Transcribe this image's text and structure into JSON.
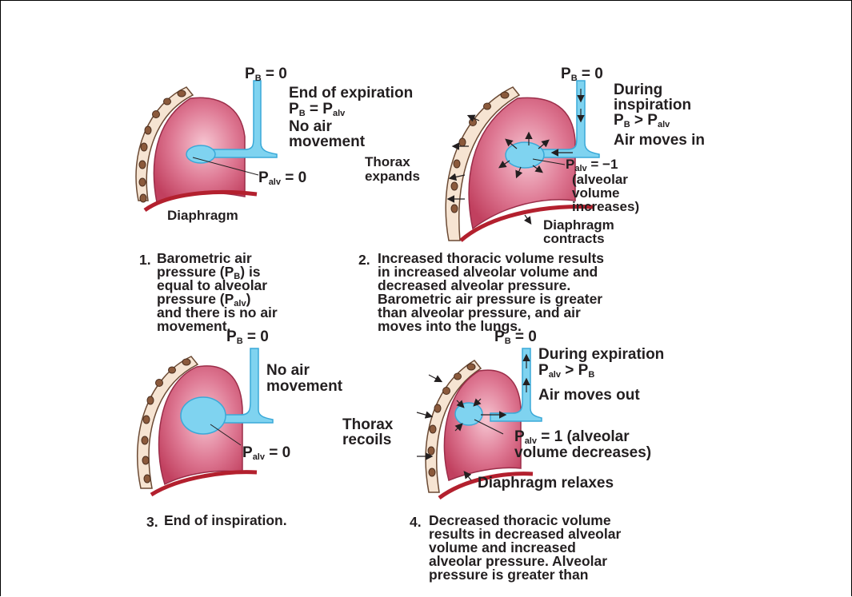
{
  "panels": [
    {
      "number": "1.",
      "pb_label": "P",
      "pb_sub": "B",
      "pb_value": " = 0",
      "notes": [
        "End of expiration",
        "No air",
        "movement"
      ],
      "eq_left": "P",
      "eq_left_sub": "B",
      "eq_mid": " = P",
      "eq_right_sub": "alv",
      "palv": "P",
      "palv_sub": "alv",
      "palv_value": " = 0",
      "diaphragm": "Diaphragm",
      "caption_lines": [
        "Barometric air",
        "pressure (P",
        "equal to alveolar",
        "pressure (P",
        "and there is no air",
        "movement."
      ],
      "caption_pb_sub": "B",
      "caption_pb_tail": ") is",
      "caption_palv_sub": "alv",
      "caption_palv_tail": ")"
    },
    {
      "number": "2.",
      "pb_label": "P",
      "pb_sub": "B",
      "pb_value": " = 0",
      "notes": [
        "During",
        "inspiration",
        "Air moves in"
      ],
      "eq_left": "P",
      "eq_left_sub": "B",
      "eq_mid": " > P",
      "eq_right_sub": "alv",
      "thorax": [
        "Thorax",
        "expands"
      ],
      "palv": "P",
      "palv_sub": "alv",
      "palv_value": " = −1",
      "palv_notes": [
        "(alveolar",
        "volume",
        "increases)"
      ],
      "diaphragm": [
        "Diaphragm",
        "contracts"
      ],
      "caption_lines": [
        "Increased thoracic volume results",
        "in increased alveolar volume and",
        "decreased alveolar pressure.",
        "Barometric air pressure is greater",
        "than alveolar pressure, and air",
        "moves into the lungs."
      ]
    },
    {
      "number": "3.",
      "pb_label": "P",
      "pb_sub": "B",
      "pb_value": " = 0",
      "notes": [
        "No air",
        "movement"
      ],
      "palv": "P",
      "palv_sub": "alv",
      "palv_value": " = 0",
      "caption_lines": [
        "End of inspiration."
      ]
    },
    {
      "number": "4.",
      "pb_label": "P",
      "pb_sub": "B",
      "pb_value": " = 0",
      "notes": [
        "During expiration",
        "Air moves out"
      ],
      "eq_left": "P",
      "eq_left_sub": "alv",
      "eq_mid": " > P",
      "eq_right_sub": "B",
      "thorax": [
        "Thorax",
        "recoils"
      ],
      "palv": "P",
      "palv_sub": "alv",
      "palv_value": " = 1  (alveolar",
      "palv_notes": [
        "volume decreases)"
      ],
      "diaphragm": "Diaphragm relaxes",
      "caption_lines": [
        "Decreased thoracic volume",
        "results in decreased alveolar",
        "volume and increased",
        "alveolar pressure.  Alveolar",
        "pressure is greater than"
      ]
    }
  ],
  "colors": {
    "lung_fill": "#d8607f",
    "lung_light": "#f1b3c3",
    "airway": "#7fd3f0",
    "airway_stroke": "#3aa9d8",
    "rib_fill": "#8b5a3c",
    "chest_wall": "#f5e6d8",
    "diaphragm": "#b3202e"
  }
}
